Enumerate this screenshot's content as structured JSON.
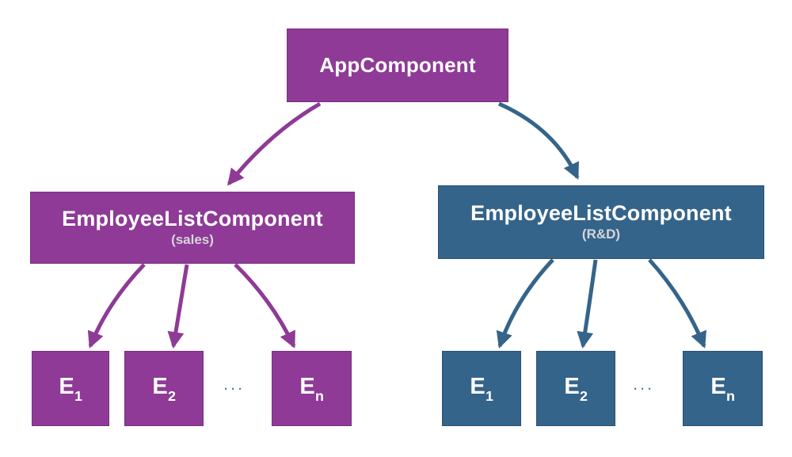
{
  "colors": {
    "purple": "#8e3a96",
    "purple_border": "#7a2f82",
    "blue": "#35648a",
    "blue_border": "#2a5173",
    "dots": "#4d79a4",
    "subtitle": "#d5d6da",
    "text": "#ffffff",
    "background": "#ffffff"
  },
  "root": {
    "label": "AppComponent"
  },
  "left_branch": {
    "title": "EmployeeListComponent",
    "subtitle": "(sales)"
  },
  "right_branch": {
    "title": "EmployeeListComponent",
    "subtitle": "(R&D)"
  },
  "left_leaves": [
    {
      "base": "E",
      "sub": "1"
    },
    {
      "base": "E",
      "sub": "2"
    },
    {
      "base": "E",
      "sub": "n"
    }
  ],
  "right_leaves": [
    {
      "base": "E",
      "sub": "1"
    },
    {
      "base": "E",
      "sub": "2"
    },
    {
      "base": "E",
      "sub": "n"
    }
  ],
  "ellipsis": "···"
}
